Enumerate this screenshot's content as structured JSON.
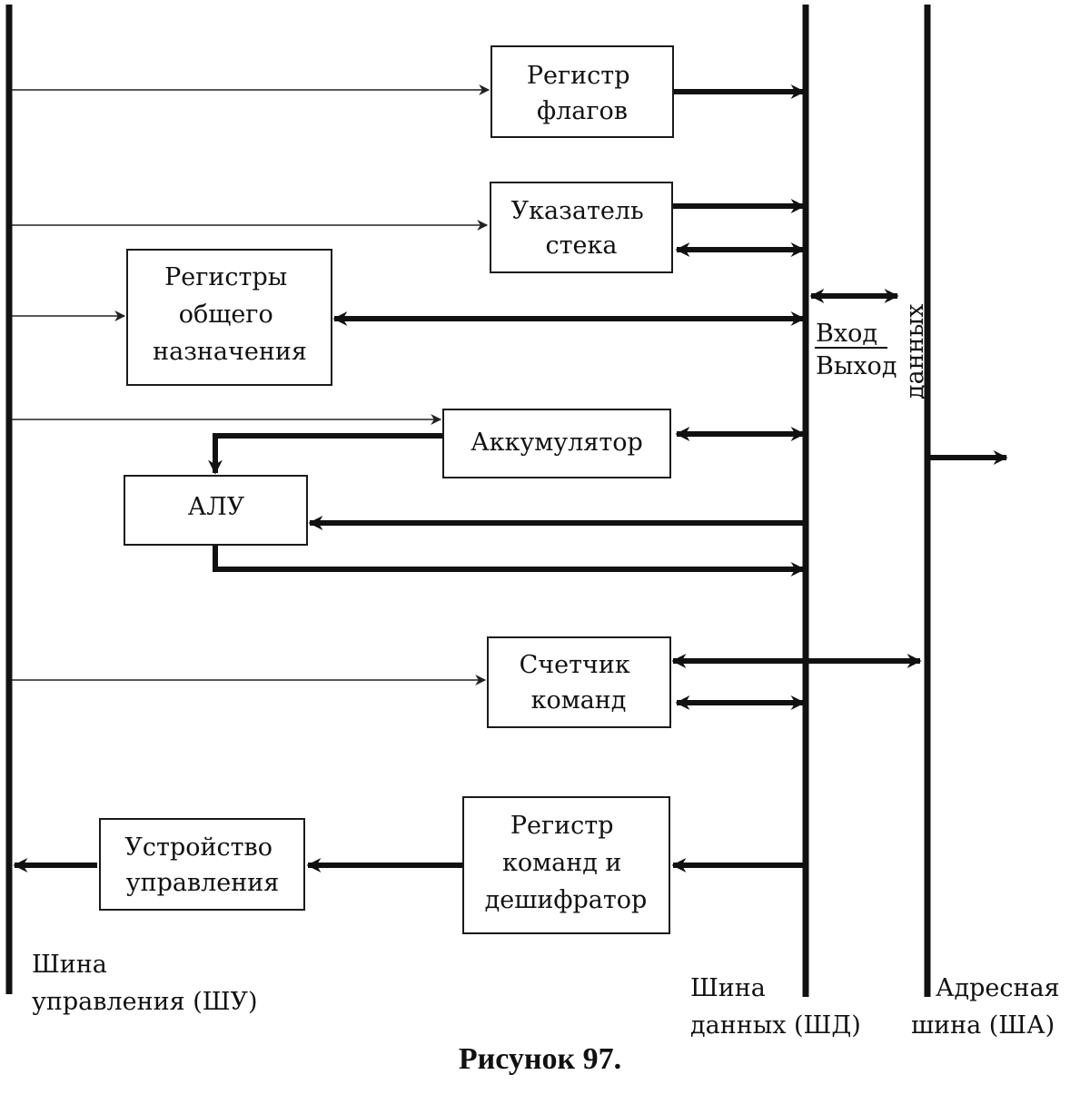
{
  "blocks": {
    "flags": [
      "Регистр",
      "флагов"
    ],
    "stack": [
      "Указатель",
      "стека"
    ],
    "gpr": [
      "Регистры",
      "общего",
      "назначения"
    ],
    "acc": [
      "Аккумулятор"
    ],
    "alu": [
      "АЛУ"
    ],
    "pc": [
      "Счетчик",
      "команд"
    ],
    "ir": [
      "Регистр",
      "команд и",
      "дешифратор"
    ],
    "cu": [
      "Устройство",
      "управления"
    ]
  },
  "io": {
    "in": "Вход",
    "out": "Выход",
    "data": "данных"
  },
  "buses": {
    "control": [
      "Шина",
      "управления (ШУ)"
    ],
    "data": [
      "Шина",
      "данных (ШД)"
    ],
    "address": [
      "Адресная",
      "шина (ША)"
    ]
  },
  "caption": "Рисунок 97."
}
